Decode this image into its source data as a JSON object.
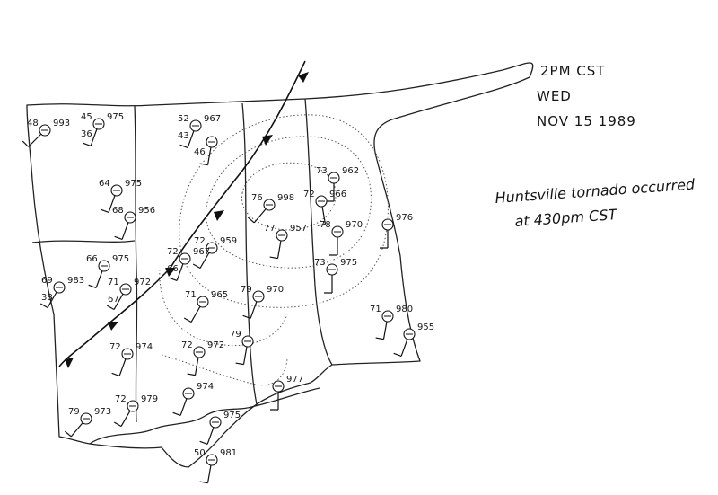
{
  "header": {
    "time": "2PM CST",
    "day": "WED",
    "date": "NOV 15 1989"
  },
  "annotation": {
    "line1": "Huntsville tornado occurred",
    "line2": "at 430pm CST"
  },
  "stations": [
    {
      "t": "48",
      "td": "",
      "p": "993"
    },
    {
      "t": "45",
      "td": "36",
      "p": "975"
    },
    {
      "t": "52",
      "td": "43",
      "p": "967"
    },
    {
      "t": "",
      "td": "46",
      "p": ""
    },
    {
      "t": "64",
      "td": "",
      "p": "975"
    },
    {
      "t": "76",
      "td": "",
      "p": "998"
    },
    {
      "t": "73",
      "td": "",
      "p": "962"
    },
    {
      "t": "72",
      "td": "",
      "p": "966"
    },
    {
      "t": "78",
      "td": "",
      "p": "970"
    },
    {
      "t": "",
      "td": "",
      "p": "976"
    },
    {
      "t": "68",
      "td": "",
      "p": "956"
    },
    {
      "t": "66",
      "td": "",
      "p": "975"
    },
    {
      "t": "69",
      "td": "38",
      "p": "983"
    },
    {
      "t": "72",
      "td": "",
      "p": "959"
    },
    {
      "t": "72",
      "td": "66",
      "p": "967"
    },
    {
      "t": "71",
      "td": "67",
      "p": "972"
    },
    {
      "t": "71",
      "td": "",
      "p": "965"
    },
    {
      "t": "79",
      "td": "",
      "p": "970"
    },
    {
      "t": "77",
      "td": "",
      "p": "957"
    },
    {
      "t": "72",
      "td": "",
      "p": "972"
    },
    {
      "t": "79",
      "td": "",
      "p": ""
    },
    {
      "t": "72",
      "td": "",
      "p": "974"
    },
    {
      "t": "79",
      "td": "",
      "p": "973"
    },
    {
      "t": "72",
      "td": "",
      "p": "979"
    },
    {
      "t": "",
      "td": "",
      "p": "974"
    },
    {
      "t": "",
      "td": "",
      "p": "975"
    },
    {
      "t": "",
      "td": "",
      "p": "977"
    },
    {
      "t": "73",
      "td": "",
      "p": "975"
    },
    {
      "t": "",
      "td": "",
      "p": "955"
    },
    {
      "t": "71",
      "td": "",
      "p": "980"
    },
    {
      "t": "50",
      "td": "",
      "p": "981"
    }
  ]
}
